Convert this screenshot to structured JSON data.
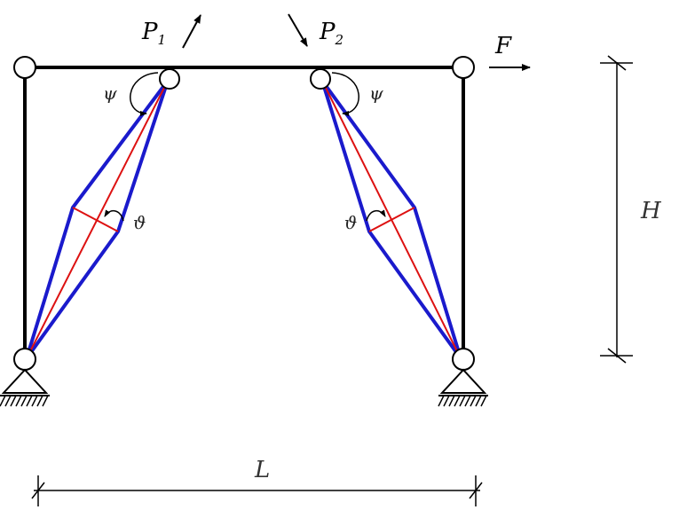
{
  "labels": {
    "p1": "P",
    "p1_sub": "1",
    "p2": "P",
    "p2_sub": "2",
    "force": "F",
    "height": "H",
    "length": "L",
    "psi": "ψ",
    "theta": "ϑ"
  },
  "colors": {
    "frame": "#000000",
    "rhombus": "#1a1acc",
    "diagonal": "#dd1111"
  }
}
